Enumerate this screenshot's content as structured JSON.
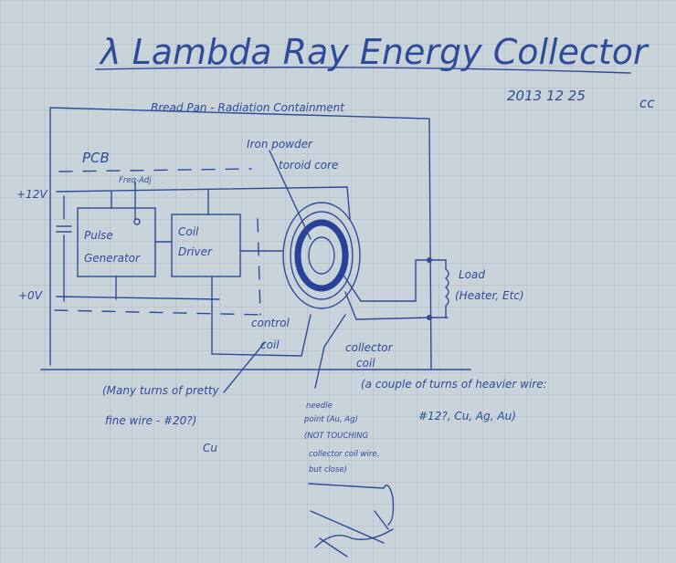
{
  "title": "λ Lambda Ray Energy Collector",
  "date": "2013 12 25",
  "initials": "cc",
  "enclosure_label": "Bread Pan - Radiation Containment",
  "pcb_label": "PCB",
  "freq_adj_label": "Freq-Adj",
  "plus12_label": "+12V",
  "zero_label": "+0V",
  "pulse_generator": [
    "Pulse",
    "Generator"
  ],
  "coil_driver": [
    "Coil",
    "Driver"
  ],
  "core_label": [
    "Iron powder",
    "toroid core"
  ],
  "load_label": [
    "Load",
    "(Heater, Etc)"
  ],
  "control_coil_label": [
    "control",
    "coil"
  ],
  "collector_coil_label": [
    "collector",
    "coil"
  ],
  "control_note": [
    "(Many turns of pretty",
    "fine wire - #20?)",
    "Cu"
  ],
  "collector_note": [
    "(a couple of turns of heavier wire:",
    "#12?, Cu, Ag, Au)"
  ],
  "needle_note": [
    "needle",
    "point (Au, Ag)",
    "(NOT TOUCHING",
    "collector coil wire,",
    "but close)"
  ]
}
